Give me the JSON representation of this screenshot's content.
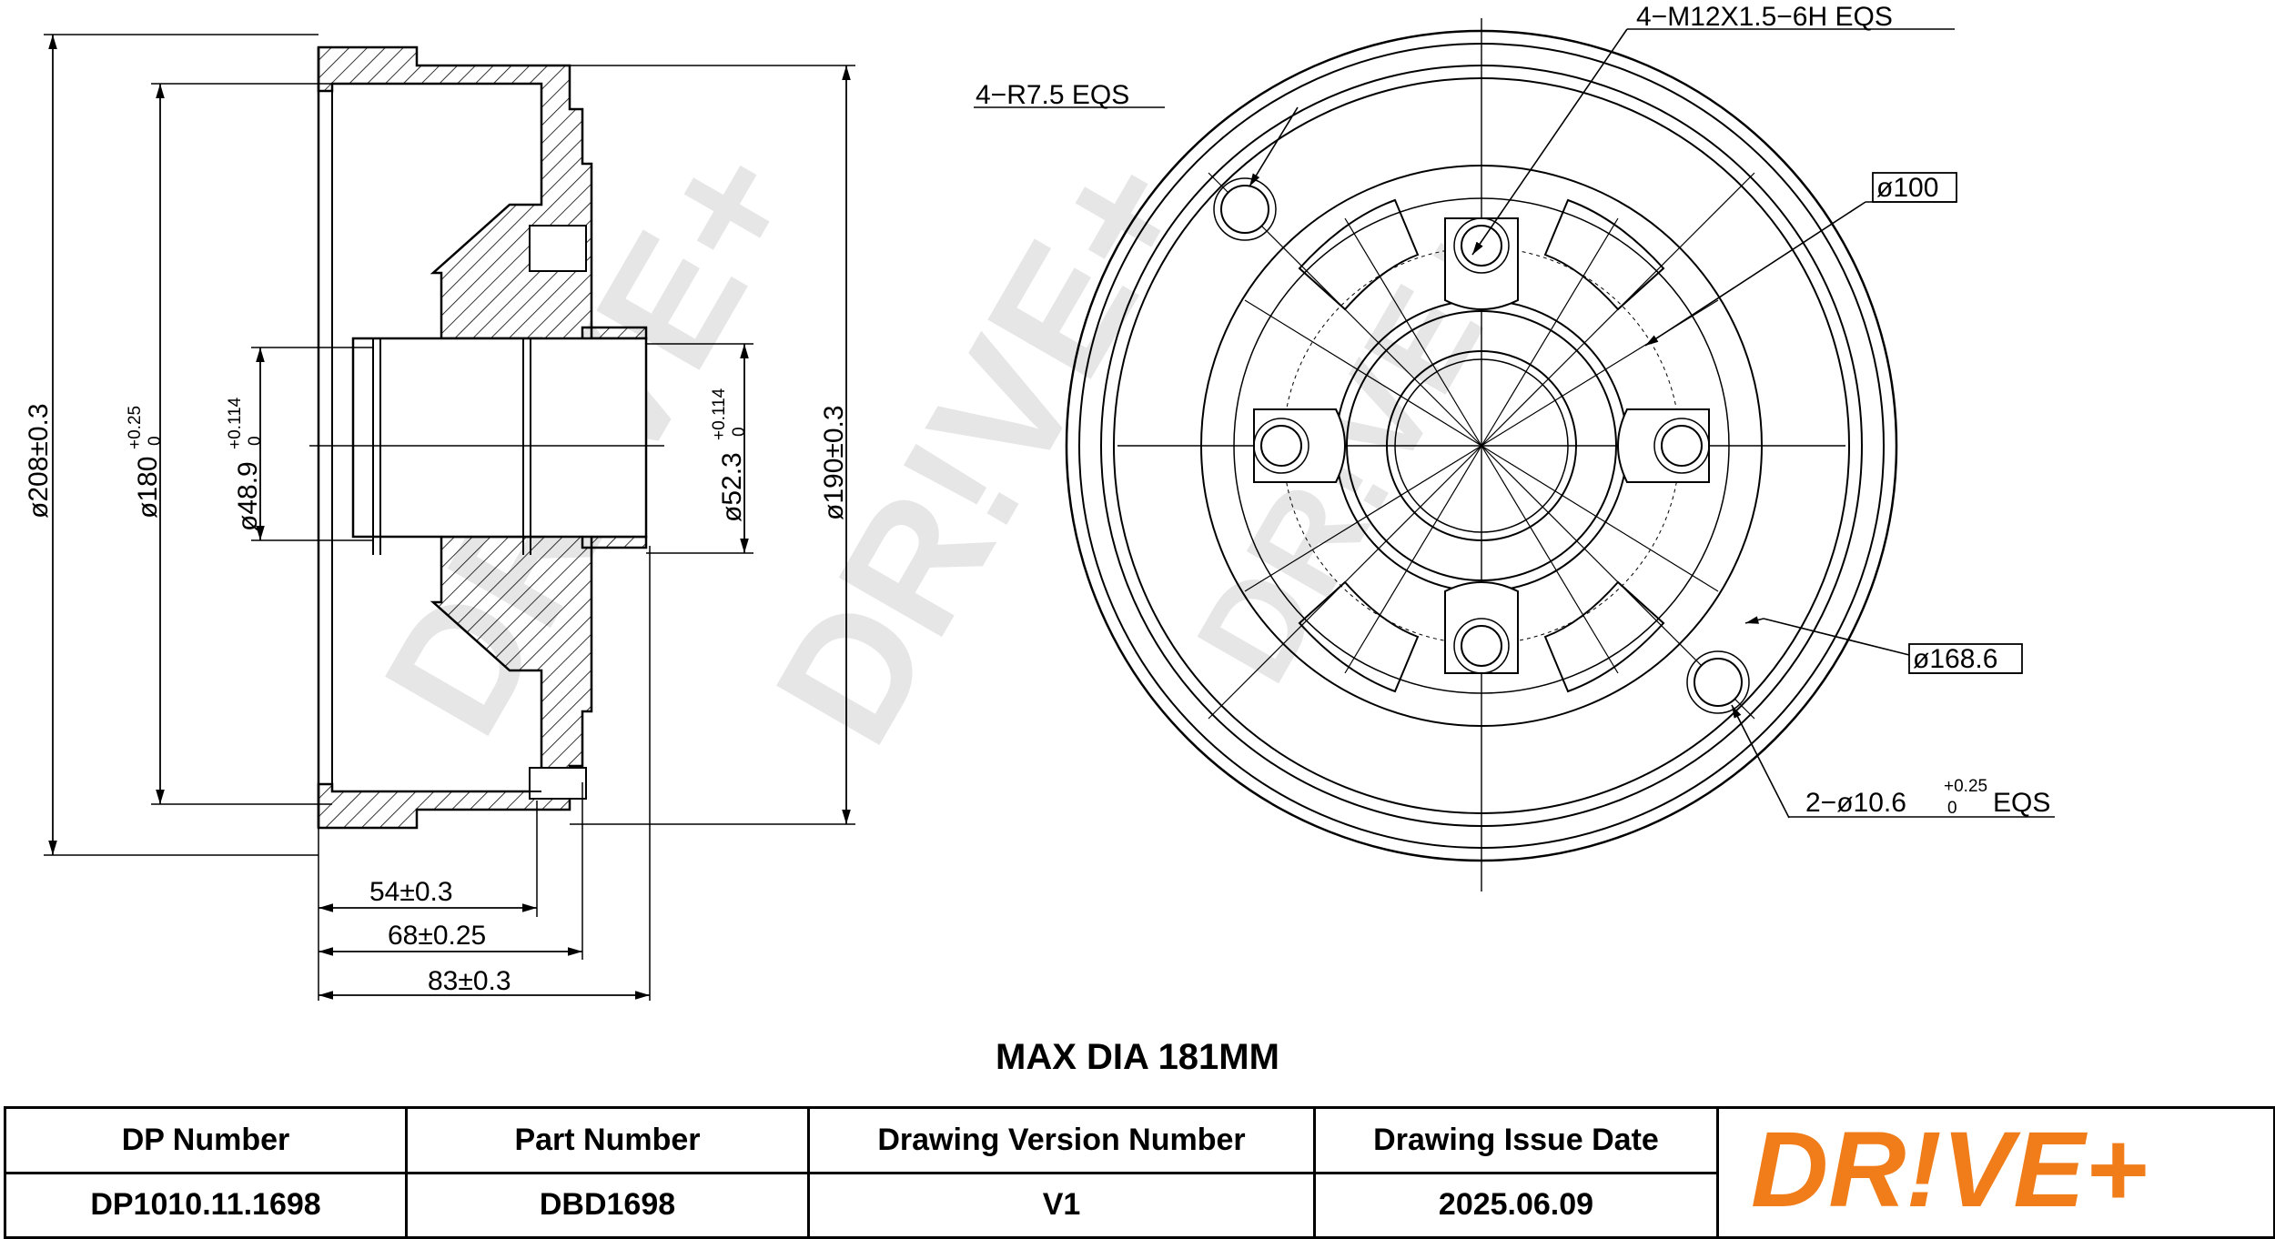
{
  "watermark": "DR!VE+",
  "dimensions": {
    "d208": "ø208±0.3",
    "d180": "ø180",
    "d180_tol_upper": "+0.25",
    "d180_tol_lower": "0",
    "d48": "ø48.9",
    "d48_tol_upper": "+0.114",
    "d48_tol_lower": "0",
    "d52": "ø52.3",
    "d52_tol_upper": "+0.114",
    "d52_tol_lower": "0",
    "d190": "ø190±0.3",
    "w54": "54±0.3",
    "w68": "68±0.25",
    "w83": "83±0.3",
    "thread": "4−M12X1.5−6H EQS",
    "radius": "4−R7.5 EQS",
    "pcd100": "ø100",
    "d168": "ø168.6",
    "holes_prefix": "2−ø10.6",
    "holes_tol_upper": "+0.25",
    "holes_tol_lower": "0",
    "holes_suffix": "EQS"
  },
  "max_dia": "MAX DIA 181MM",
  "title_block": {
    "headers": [
      "DP Number",
      "Part Number",
      "Drawing Version Number",
      "Drawing Issue Date"
    ],
    "values": [
      "DP1010.11.1698",
      "DBD1698",
      "V1",
      "2025.06.09"
    ]
  },
  "logo": {
    "text": "DR!VE+",
    "color": "#f07d1a"
  }
}
